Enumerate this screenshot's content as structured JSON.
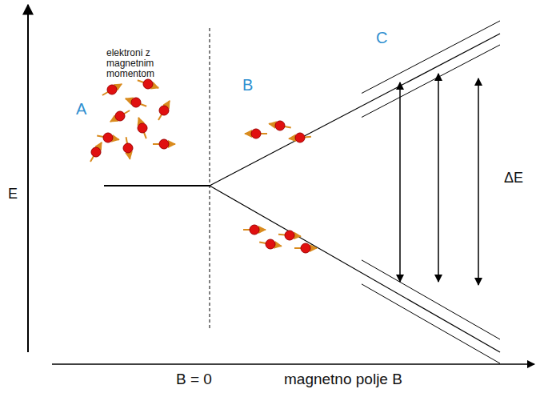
{
  "diagram": {
    "labels": [
      "elektroni z magnetnim momentom",
      "A",
      "B",
      "C",
      "E",
      "ΔE",
      "B = 0",
      "magnetno polje B"
    ]
  }
}
